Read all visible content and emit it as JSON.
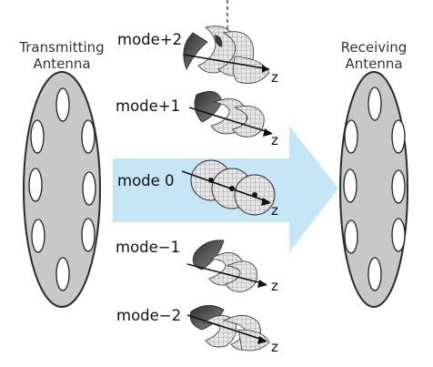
{
  "transmitting_antenna": {
    "title_line1": "Transmitting",
    "title_line2": "Antenna"
  },
  "receiving_antenna": {
    "title_line1": "Receiving",
    "title_line2": "Antenna"
  },
  "modes": [
    {
      "label": "mode+2",
      "axis": "z"
    },
    {
      "label": "mode+1",
      "axis": "z"
    },
    {
      "label": "mode 0",
      "axis": "z"
    },
    {
      "label": "mode−1",
      "axis": "z"
    },
    {
      "label": "mode−2",
      "axis": "z"
    }
  ],
  "colors": {
    "antenna_fill": "#c8c8c8",
    "antenna_stroke": "#2a2a2a",
    "arrow_fill": "#c6e6f8",
    "wave_dark": "#4a4a4a",
    "wave_light": "#dcdcdc"
  }
}
